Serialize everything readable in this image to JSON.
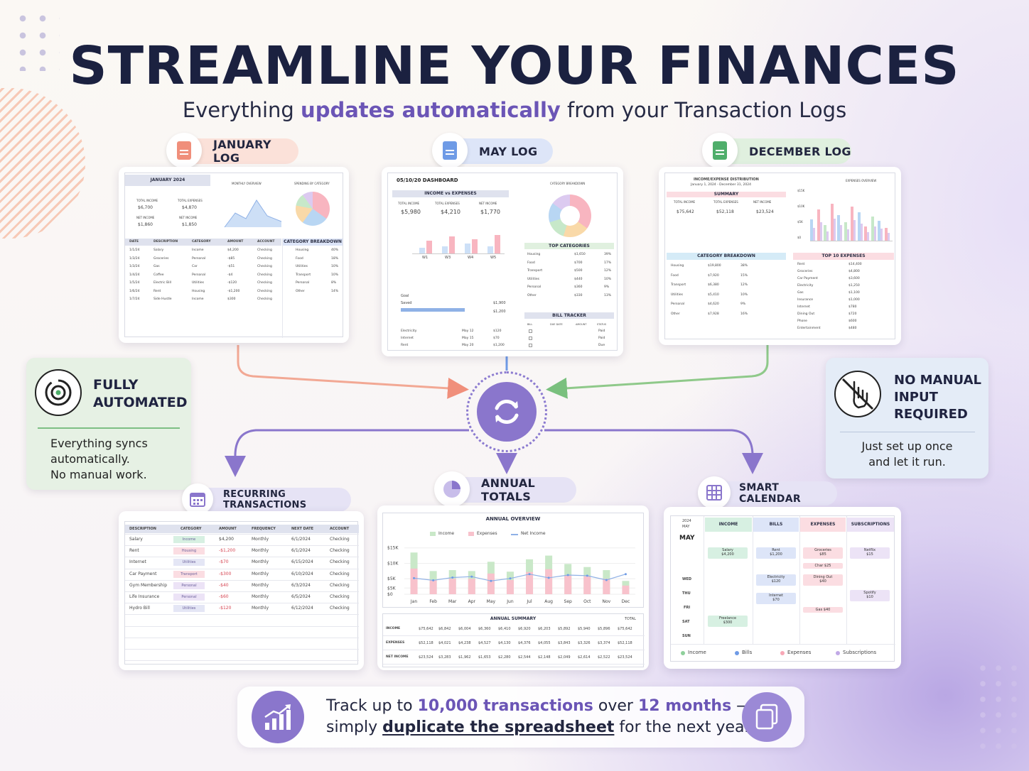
{
  "header": {
    "title": "STREAMLINE YOUR FINANCES",
    "subtitle_pre": "Everything ",
    "subtitle_highlight": "updates automatically",
    "subtitle_post": " from your Transaction Logs"
  },
  "logs": {
    "january": {
      "label": "JANUARY LOG",
      "sheet_title": "JANUARY 2024",
      "total_income_label": "TOTAL INCOME",
      "total_income": "$6,700",
      "total_expenses_label": "TOTAL EXPENSES",
      "total_expenses": "$4,870",
      "net_income_label": "NET INCOME",
      "net_income": "$1,860",
      "net_income_label2": "NET INCOME",
      "net_income2": "$1,850",
      "monthly_overview": "MONTHLY OVERVIEW",
      "spending_by_category": "SPENDING BY CATEGORY",
      "columns": [
        "DATE",
        "DESCRIPTION",
        "CATEGORY",
        "AMOUNT",
        "ACCOUNT"
      ],
      "rows": [
        [
          "1/1/24",
          "Salary",
          "Income",
          "$4,200",
          "Checking"
        ],
        [
          "1/3/24",
          "Groceries",
          "Personal",
          "-$85",
          "Checking"
        ],
        [
          "1/3/24",
          "Gas",
          "Car",
          "-$51",
          "Checking"
        ],
        [
          "1/4/24",
          "Coffee",
          "Personal",
          "-$4",
          "Checking"
        ],
        [
          "1/5/24",
          "Electric Bill",
          "Utilities",
          "-$120",
          "Checking"
        ],
        [
          "1/6/24",
          "Rent",
          "Housing",
          "-$1,200",
          "Checking"
        ],
        [
          "1/7/24",
          "Side Hustle",
          "Income",
          "$300",
          "Checking"
        ]
      ],
      "cat_header": "CATEGORY BREAKDOWN",
      "cats": [
        [
          "Housing",
          "40%"
        ],
        [
          "Food",
          "18%"
        ],
        [
          "Utilities",
          "10%"
        ],
        [
          "Transport",
          "10%"
        ],
        [
          "Personal",
          "8%"
        ],
        [
          "Other",
          "14%"
        ]
      ]
    },
    "may": {
      "label": "MAY LOG",
      "dashboard_title": "05/10/20 DASHBOARD",
      "income_vs_expenses": "INCOME vs EXPENSES",
      "total_income_label": "TOTAL INCOME",
      "total_income": "$5,980",
      "total_expenses_label": "TOTAL EXPENSES",
      "total_expenses": "$4,210",
      "net_income_label": "NET INCOME",
      "net_income": "$1,770",
      "weeks": [
        "W1",
        "W3",
        "W4",
        "W5"
      ],
      "category_breakdown": "CATEGORY BREAKDOWN",
      "top_categories": "TOP CATEGORIES",
      "top_cats": [
        [
          "Housing",
          "$1,650",
          "39%"
        ],
        [
          "Food",
          "$700",
          "17%"
        ],
        [
          "Transport",
          "$500",
          "12%"
        ],
        [
          "Utilities",
          "$440",
          "10%"
        ],
        [
          "Personal",
          "$360",
          "9%"
        ],
        [
          "Other",
          "$330",
          "13%"
        ]
      ],
      "goal_label": "Goal",
      "saved_label": "Saved",
      "saved_value": "$1,900",
      "saved_value2": "$1,200",
      "bill_tracker": "BILL TRACKER",
      "bills_left": [
        [
          "Electricity",
          "May 12",
          "$120"
        ],
        [
          "Internet",
          "May 15",
          "$70"
        ],
        [
          "Rent",
          "May 20",
          "$1,200"
        ]
      ],
      "bill_cols": [
        "BILL",
        "DUE DATE",
        "AMOUNT",
        "STATUS"
      ],
      "bill_status": [
        "Paid",
        "Paid",
        "Due"
      ]
    },
    "december": {
      "label": "DECEMBER LOG",
      "dist_title": "INCOME/EXPENSE DISTRIBUTION",
      "dist_sub": "January 1, 2024 - December 31, 2024",
      "summary": "SUMMARY",
      "total_income_label": "TOTAL INCOME",
      "total_income": "$75,642",
      "total_expenses_label": "TOTAL EXPENSES",
      "total_expenses": "$52,118",
      "net_income_label": "NET INCOME",
      "net_income": "$23,524",
      "expenses_overview": "EXPENSES OVERVIEW",
      "y_ticks": [
        "$15K",
        "$10K",
        "$5K",
        "$0"
      ],
      "cat_header": "CATEGORY BREAKDOWN",
      "cats": [
        [
          "Housing",
          "$19,800",
          "38%"
        ],
        [
          "Food",
          "$7,920",
          "15%"
        ],
        [
          "Transport",
          "$6,380",
          "12%"
        ],
        [
          "Utilities",
          "$5,410",
          "10%"
        ],
        [
          "Personal",
          "$4,620",
          "9%"
        ],
        [
          "Other",
          "$7,928",
          "16%"
        ]
      ],
      "top10_header": "TOP 10 EXPENSES",
      "top10": [
        [
          "Rent",
          "$14,400"
        ],
        [
          "Groceries",
          "$4,800"
        ],
        [
          "Car Payment",
          "$3,600"
        ],
        [
          "Electricity",
          "$1,250"
        ],
        [
          "Gas",
          "$1,100"
        ],
        [
          "Insurance",
          "$1,000"
        ],
        [
          "Internet",
          "$780"
        ],
        [
          "Dining Out",
          "$720"
        ],
        [
          "Phone",
          "$600"
        ],
        [
          "Entertainment",
          "$480"
        ]
      ]
    }
  },
  "left_feature": {
    "title_line1": "FULLY",
    "title_line2": "AUTOMATED",
    "body_line1": "Everything syncs",
    "body_line2": "automatically.",
    "body_line3": "No manual work."
  },
  "right_feature": {
    "title_line1": "NO MANUAL",
    "title_line2": "INPUT",
    "title_line3": "REQUIRED",
    "body_line1": "Just set up once",
    "body_line2": "and let it run."
  },
  "outputs": {
    "recurring": {
      "label": "RECURRING TRANSACTIONS",
      "columns": [
        "DESCRIPTION",
        "CATEGORY",
        "AMOUNT",
        "FREQUENCY",
        "NEXT DATE",
        "ACCOUNT"
      ],
      "rows": [
        [
          "Salary",
          "Income",
          "$4,200",
          "Monthly",
          "6/1/2024",
          "Checking"
        ],
        [
          "Rent",
          "Housing",
          "-$1,200",
          "Monthly",
          "6/1/2024",
          "Checking"
        ],
        [
          "Internet",
          "Utilities",
          "-$70",
          "Monthly",
          "6/15/2024",
          "Checking"
        ],
        [
          "Car Payment",
          "Transport",
          "-$300",
          "Monthly",
          "6/10/2024",
          "Checking"
        ],
        [
          "Gym Membership",
          "Personal",
          "-$40",
          "Monthly",
          "6/3/2024",
          "Checking"
        ],
        [
          "Life Insurance",
          "Personal",
          "-$60",
          "Monthly",
          "6/5/2024",
          "Checking"
        ],
        [
          "Hydro Bill",
          "Utilities",
          "-$120",
          "Monthly",
          "6/12/2024",
          "Checking"
        ]
      ],
      "cat_colors": {
        "Income": "#d7f0e2",
        "Housing": "#fbdde2",
        "Utilities": "#e4e6f5",
        "Transport": "#fbdde2",
        "Personal": "#ece3f6"
      }
    },
    "annual": {
      "label": "ANNUAL TOTALS",
      "overview_title": "ANNUAL OVERVIEW",
      "legend": [
        "Income",
        "Expenses",
        "Net Income"
      ],
      "summary_title": "ANNUAL SUMMARY",
      "total_label": "TOTAL",
      "summary_rows": [
        [
          "INCOME",
          "$75,642",
          "$6,842",
          "$6,004",
          "$6,360",
          "$6,410",
          "$6,920",
          "$6,203",
          "$5,892",
          "$5,940",
          "$5,896",
          "$75,642"
        ],
        [
          "EXPENSES",
          "$52,118",
          "$4,021",
          "$4,238",
          "$4,527",
          "$4,130",
          "$4,376",
          "$4,055",
          "$3,843",
          "$3,326",
          "$3,374",
          "$52,118"
        ],
        [
          "NET INCOME",
          "$23,524",
          "$3,283",
          "$1,962",
          "$1,653",
          "$2,280",
          "$2,544",
          "$2,148",
          "$2,049",
          "$2,614",
          "$2,522",
          "$23,524"
        ]
      ]
    },
    "calendar": {
      "label": "SMART CALENDAR",
      "year": "2024",
      "month_small": "MAY",
      "month": "MAY",
      "columns": [
        "INCOME",
        "BILLS",
        "EXPENSES",
        "SUBSCRIPTIONS"
      ],
      "days": [
        "WED",
        "THU",
        "FRI",
        "SAT",
        "SUN"
      ],
      "items": {
        "salary": "Salary",
        "salary_amt": "$4,200",
        "rent": "Rent",
        "rent_amt": "$1,200",
        "groceries": "Groceries",
        "groceries_amt": "$85",
        "netflix": "Netflix",
        "netflix_amt": "$15",
        "char": "Char $25",
        "electricity": "Electricity",
        "electricity_amt": "$120",
        "dining": "Dining Out",
        "dining_amt": "$40",
        "internet": "Internet",
        "internet_amt": "$70",
        "spotify": "Spotify",
        "spotify_amt": "$10",
        "gas": "Gas $40",
        "freelance": "Freelance",
        "freelance_amt": "$300"
      },
      "legend": [
        "Income",
        "Bills",
        "Expenses",
        "Subscriptions"
      ]
    }
  },
  "footer": {
    "line1_pre": "Track up to ",
    "line1_b1": "10,000 transactions",
    "line1_mid": " over ",
    "line1_b2": "12 months",
    "line1_post": " —",
    "line2_pre": "simply ",
    "line2_u": "duplicate the spreadsheet",
    "line2_post": " for the next year!"
  },
  "colors": {
    "purple": "#8a76cc",
    "coral": "#f08f7b",
    "blue": "#6f9be6",
    "green": "#4fae6b",
    "income_bar": "#c9e8c8",
    "expense_bar": "#f8c2cc"
  },
  "chart_data": [
    {
      "type": "bar",
      "title": "ANNUAL OVERVIEW",
      "categories": [
        "Jan",
        "Feb",
        "Mar",
        "Apr",
        "May",
        "Jun",
        "Jul",
        "Aug",
        "Sep",
        "Oct",
        "Nov",
        "Dec"
      ],
      "y_ticks": [
        "$15K",
        "$10K",
        "$5K",
        "$5K",
        "$0"
      ],
      "series": [
        {
          "name": "Income",
          "values": [
            13.5,
            7.5,
            7.8,
            7.5,
            10.5,
            7.3,
            11.3,
            12.5,
            9.8,
            8.8,
            7.8,
            4.3
          ]
        },
        {
          "name": "Expenses",
          "values": [
            8.3,
            4.6,
            5.0,
            5.0,
            6.7,
            4.6,
            7.2,
            8.1,
            6.0,
            5.8,
            5.0,
            2.8
          ]
        },
        {
          "name": "Net Income",
          "values": [
            5.2,
            4.5,
            5.4,
            5.7,
            4.3,
            5.1,
            6.5,
            5.3,
            6.2,
            6.0,
            4.6,
            6.5
          ]
        }
      ],
      "ylim": [
        0,
        17
      ]
    }
  ]
}
